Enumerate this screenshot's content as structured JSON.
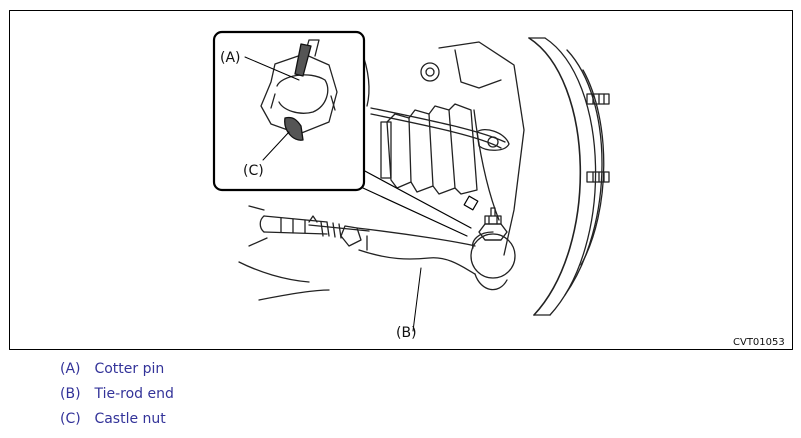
{
  "figure": {
    "code": "CVT01053",
    "callouts": {
      "a": "(A)",
      "b": "(B)",
      "c": "(C)"
    }
  },
  "legend": [
    {
      "key": "(A)",
      "label": "Cotter pin"
    },
    {
      "key": "(B)",
      "label": "Tie-rod end"
    },
    {
      "key": "(C)",
      "label": "Castle nut"
    }
  ]
}
